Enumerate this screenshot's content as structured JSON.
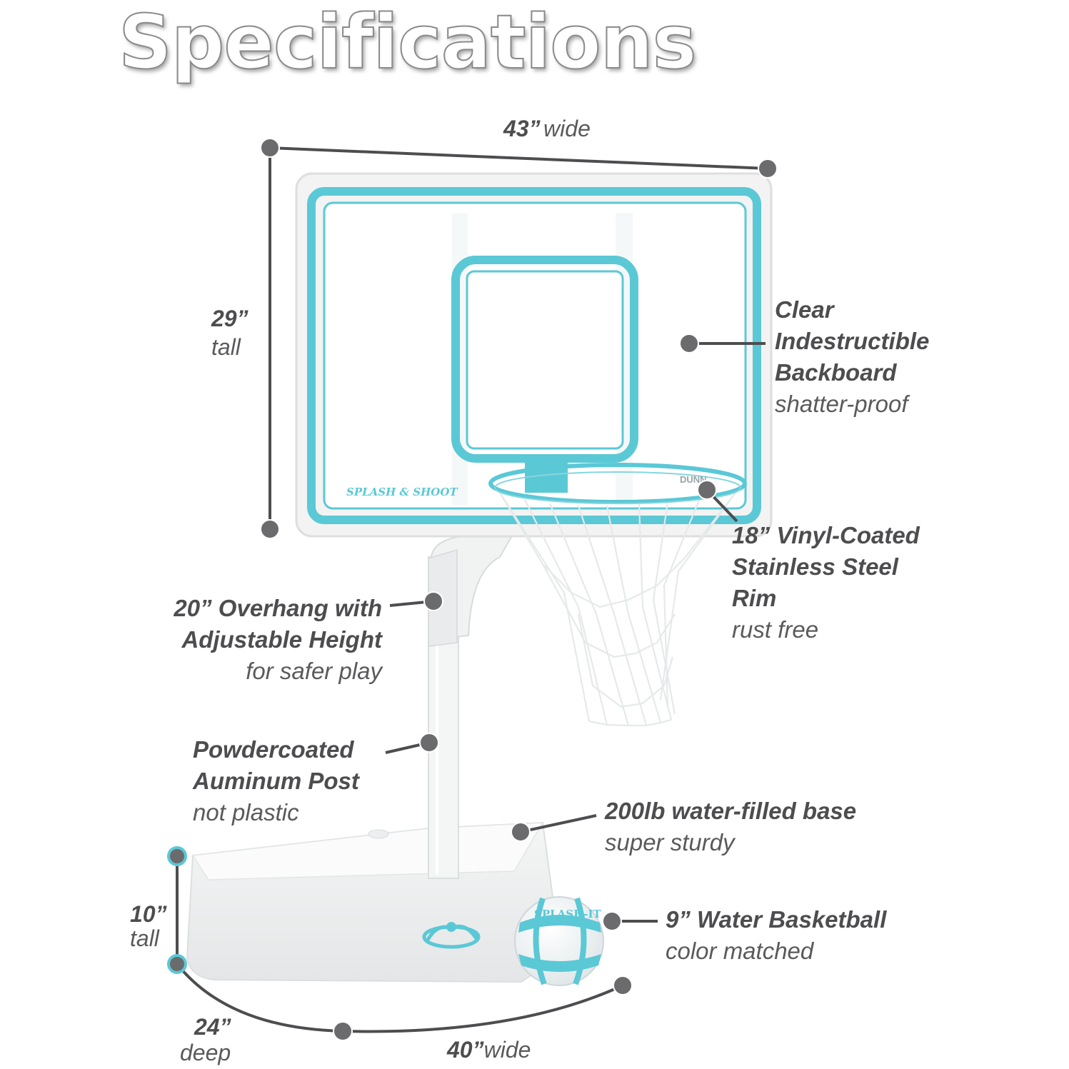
{
  "title": "Specifications",
  "brand": {
    "backboard_text": "SPLASH & SHOOT",
    "rim_text": "DUNN",
    "ball_text": "SPLASH-IT"
  },
  "dimensions": {
    "top_width": {
      "value": "43”",
      "unit": "wide"
    },
    "board_height": {
      "value": "29”",
      "unit": "tall"
    },
    "base_height": {
      "value": "10”",
      "unit": "tall"
    },
    "base_depth": {
      "value": "24”",
      "unit": "deep"
    },
    "base_width": {
      "value": "40”",
      "unit": "wide"
    }
  },
  "features": {
    "backboard": {
      "line1": "Clear",
      "line2": "Indestructible",
      "line3": "Backboard",
      "sub": "shatter-proof"
    },
    "rim": {
      "line1": "18” Vinyl-Coated",
      "line2": "Stainless Steel",
      "line3": "Rim",
      "sub": "rust free"
    },
    "overhang": {
      "line1": "20” Overhang with",
      "line2": "Adjustable Height",
      "sub": "for safer play"
    },
    "post": {
      "line1": "Powdercoated",
      "line2": "Auminum Post",
      "sub": "not plastic"
    },
    "base": {
      "line1": "200lb water-filled base",
      "sub": "super sturdy"
    },
    "ball": {
      "line1": "9” Water Basketball",
      "sub": "color matched"
    }
  },
  "colors": {
    "accent": "#5bc8d6",
    "marker": "#6b6b6e",
    "text": "#4d4d4f",
    "product_white": "#f6f7f7"
  }
}
